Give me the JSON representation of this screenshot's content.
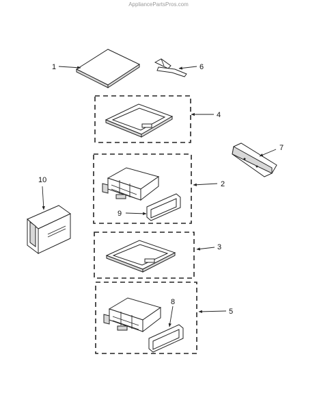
{
  "watermark": "AppliancePartsPros.com",
  "callouts": {
    "c1": "1",
    "c2": "2",
    "c3": "3",
    "c4": "4",
    "c5": "5",
    "c6": "6",
    "c7": "7",
    "c8": "8",
    "c9": "9",
    "c10": "10"
  }
}
